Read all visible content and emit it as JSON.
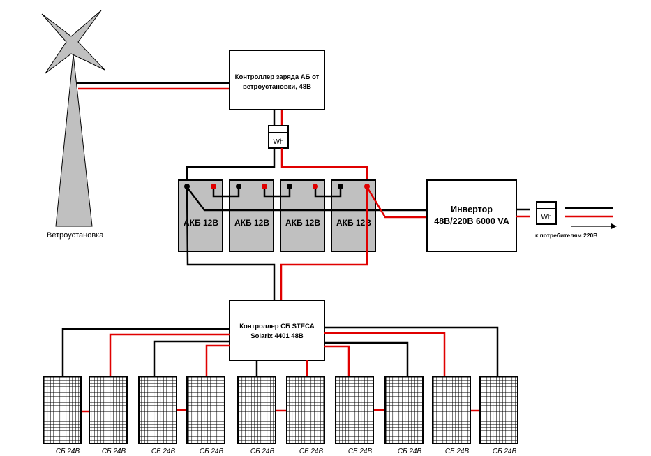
{
  "colors": {
    "positive_wire": "#e00000",
    "negative_wire": "#000000",
    "battery_fill": "#c0c0c0",
    "turbine_fill": "#c0c0c0",
    "box_stroke": "#000000",
    "background": "#ffffff"
  },
  "wind_turbine": {
    "label": "Ветроустановка",
    "icon": "wind-turbine-icon"
  },
  "wind_controller": {
    "line1": "Контроллер заряда АБ от",
    "line2": "ветроустановки, 48В"
  },
  "wind_meter": {
    "label": "Wh"
  },
  "batteries": [
    {
      "label": "АКБ 12В"
    },
    {
      "label": "АКБ 12В"
    },
    {
      "label": "АКБ 12В"
    },
    {
      "label": "АКБ 12В"
    }
  ],
  "inverter": {
    "line1": "Инвертор",
    "line2": "48В/220В  6000 VA"
  },
  "output_meter": {
    "label": "Wh"
  },
  "consumers": {
    "label": "к потребителям 220В",
    "icon": "arrow-right-icon"
  },
  "solar_controller": {
    "line1": "Контроллер СБ STECA",
    "line2": "Solarix 4401 48В"
  },
  "solar_panels": [
    {
      "label": "СБ 24В"
    },
    {
      "label": "СБ 24В"
    },
    {
      "label": "СБ 24В"
    },
    {
      "label": "СБ 24В"
    },
    {
      "label": "СБ 24В"
    },
    {
      "label": "СБ 24В"
    },
    {
      "label": "СБ 24В"
    },
    {
      "label": "СБ 24В"
    },
    {
      "label": "СБ 24В"
    },
    {
      "label": "СБ 24В"
    }
  ]
}
